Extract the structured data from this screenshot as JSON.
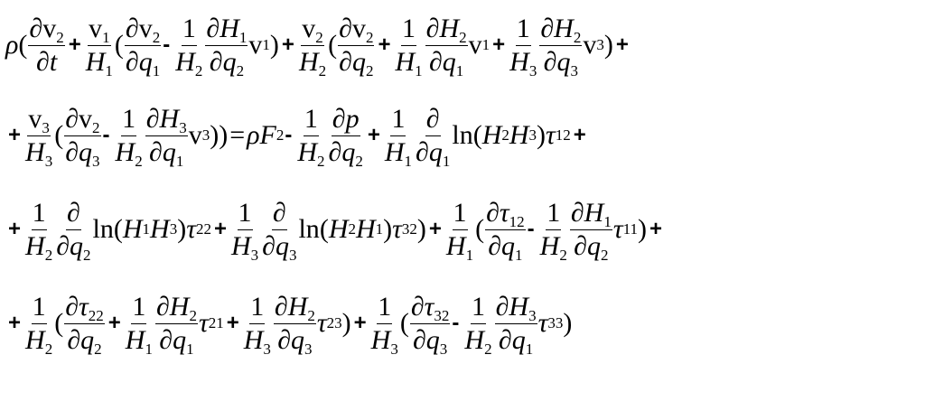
{
  "s": {
    "rho": "ρ",
    "partial": "∂",
    "v": "v",
    "t": "t",
    "q": "q",
    "H": "H",
    "F": "F",
    "p": "p",
    "tau": "τ",
    "one": "1",
    "plus": "+",
    "minus": "-",
    "eq": "=",
    "lparen": "(",
    "rparen": ")",
    "ln": "ln",
    "i1": "1",
    "i2": "2",
    "i3": "3",
    "i11": "11",
    "i12": "12",
    "i21": "21",
    "i22": "22",
    "i23": "23",
    "i32": "32",
    "i33": "33"
  }
}
